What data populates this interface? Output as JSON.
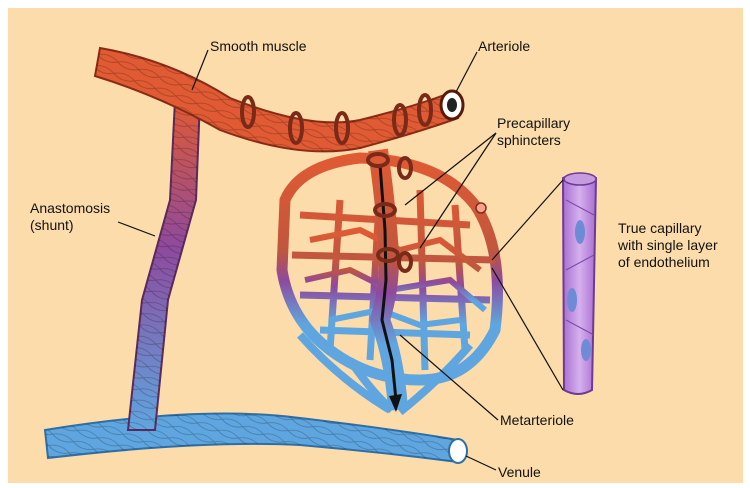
{
  "labels": {
    "smooth_muscle": "Smooth muscle",
    "arteriole": "Arteriole",
    "precapillary_line1": "Precapillary",
    "precapillary_line2": "sphincters",
    "anastomosis_line1": "Anastomosis",
    "anastomosis_line2": "(shunt)",
    "true_capillary_line1": "True capillary",
    "true_capillary_line2": "with single layer",
    "true_capillary_line3": "of endothelium",
    "metarteriole": "Metarteriole",
    "venule": "Venule"
  },
  "colors": {
    "background": "#FBDCAA",
    "arterial": "#E05A33",
    "transition": "#8E4A9E",
    "venous": "#5FA6E0",
    "sphincter": "#7A2A18",
    "capillary_wall": "#C79BE0"
  }
}
